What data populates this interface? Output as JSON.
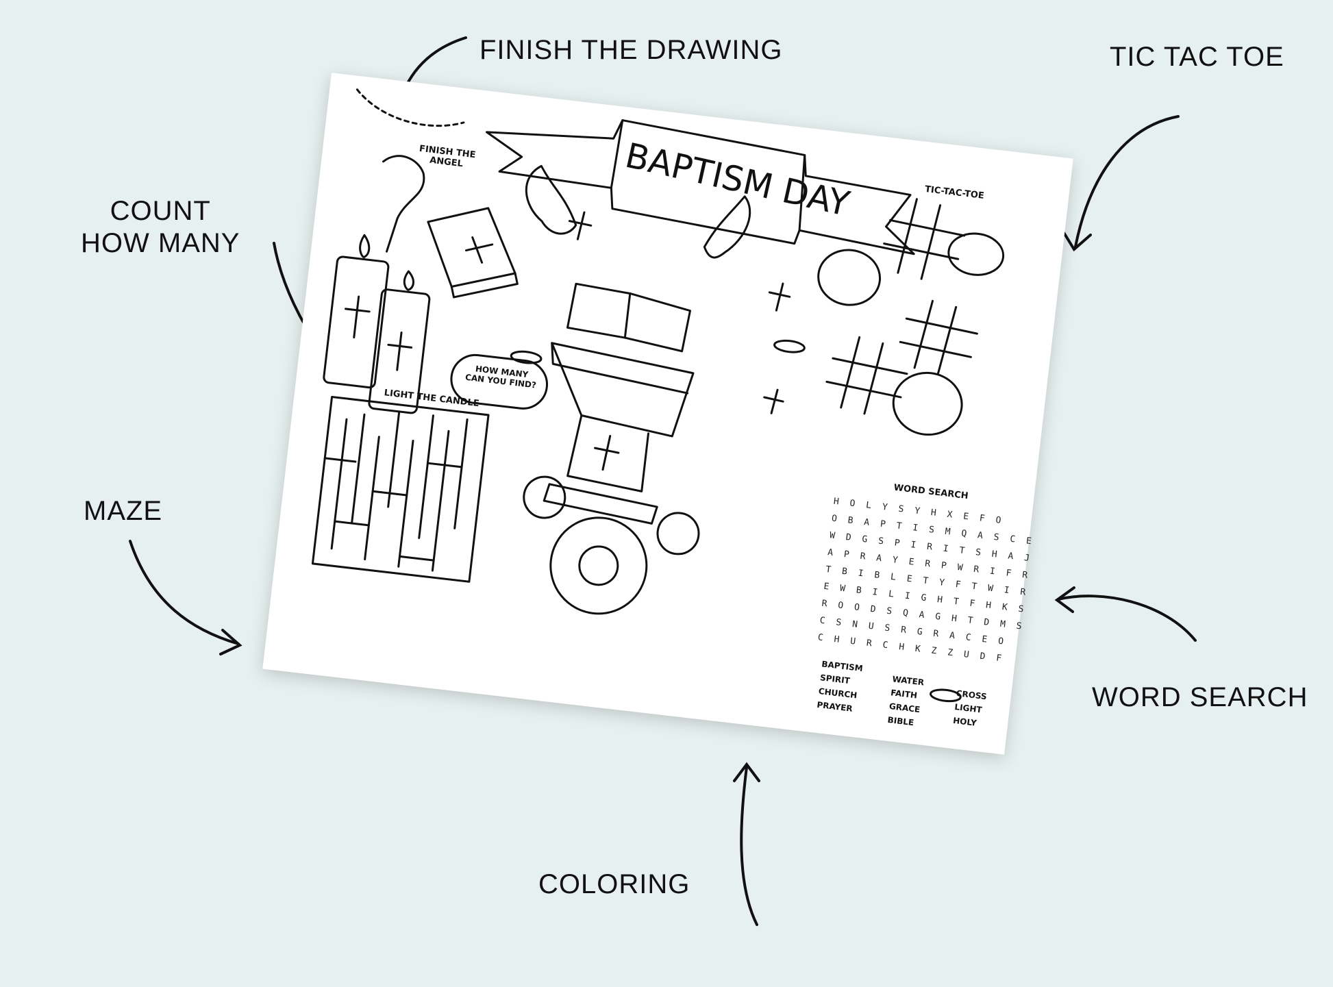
{
  "callouts": {
    "finish_drawing": "FINISH THE DRAWING",
    "tic_tac_toe": "TIC TAC TOE",
    "count_line1": "COUNT",
    "count_line2": "HOW MANY",
    "maze": "MAZE",
    "word_search": "WORD SEARCH",
    "coloring": "COLORING"
  },
  "sheet": {
    "title": "BAPTISM DAY",
    "finish_angel_line1": "FINISH THE",
    "finish_angel_line2": "ANGEL",
    "tic_tac_toe_label": "TIC-TAC-TOE",
    "how_many_line1": "HOW MANY",
    "how_many_line2": "CAN YOU FIND?",
    "light_candle": "LIGHT THE CANDLE",
    "word_search_label": "WORD SEARCH",
    "word_search_grid": [
      "HOLYSYHXEFO",
      "OBAPTISMQASCE",
      "WDGSPIRITSHAJ",
      "APRAYERPWRIFR",
      "TBIBLETYFTWIR",
      "EWBILIGHTFHKS",
      "ROODSQAGHTDMS",
      "CSNUSRGRACEO",
      "CHURCHKZZUDF"
    ],
    "word_list": [
      [
        "BAPTISM",
        "SPIRIT",
        "CHURCH",
        "PRAYER"
      ],
      [
        "WATER",
        "FAITH",
        "GRACE",
        "BIBLE"
      ],
      [
        "CROSS",
        "LIGHT",
        "HOLY"
      ]
    ]
  }
}
